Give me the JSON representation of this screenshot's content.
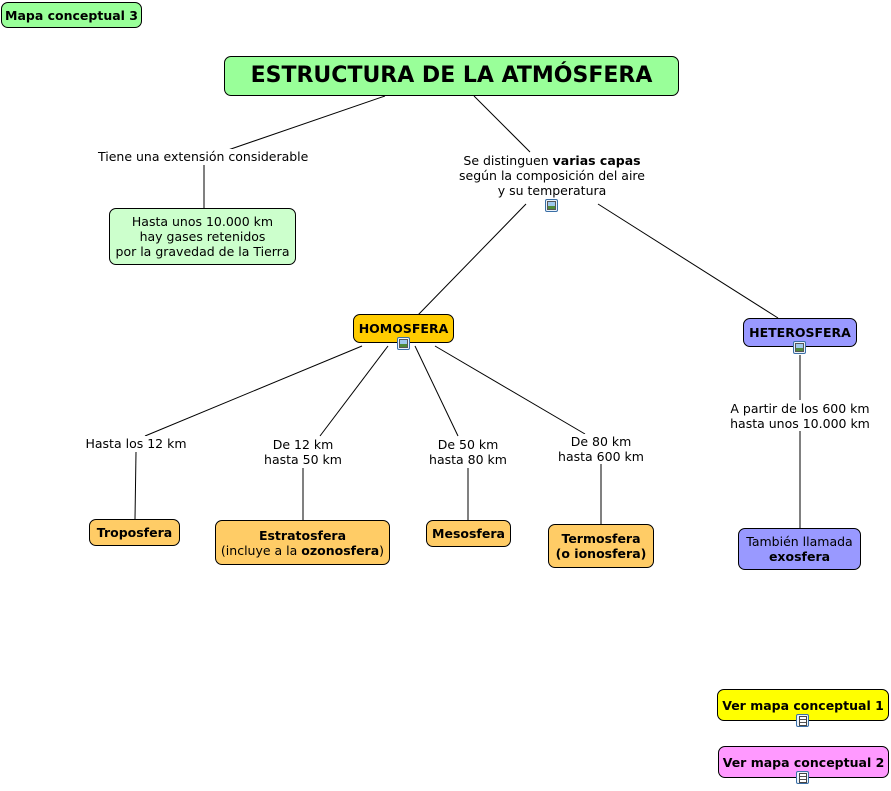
{
  "corner_tag": "Mapa conceptual 3",
  "title": "ESTRUCTURA DE LA ATMÓSFERA",
  "left_branch": {
    "link_text": "Tiene una extensión considerable",
    "node_lines": [
      "Hasta unos 10.000 km",
      "hay gases retenidos",
      "por la gravedad de la Tierra"
    ]
  },
  "right_branch": {
    "link_pre": "Se distinguen ",
    "link_bold": "varias capas",
    "link_line2": "según la composición del aire",
    "link_line3": "y su temperatura"
  },
  "homosfera": {
    "label": "HOMOSFERA",
    "layers": [
      {
        "link_lines": [
          "Hasta los 12 km"
        ],
        "node_line1": "Troposfera",
        "node_line2": ""
      },
      {
        "link_lines": [
          "De 12 km",
          "hasta 50 km"
        ],
        "node_line1": "Estratosfera",
        "node_line2_pre": "(incluye a la ",
        "node_line2_bold": "ozonosfera",
        "node_line2_post": ")"
      },
      {
        "link_lines": [
          "De 50 km",
          "hasta 80 km"
        ],
        "node_line1": "Mesosfera",
        "node_line2": ""
      },
      {
        "link_lines": [
          "De 80 km",
          "hasta 600 km"
        ],
        "node_line1": "Termosfera",
        "node_line2": "(o ionosfera)"
      }
    ]
  },
  "heterosfera": {
    "label": "HETEROSFERA",
    "link_lines": [
      "A partir de los 600 km",
      "hasta unos 10.000 km"
    ],
    "node_line1": "También llamada",
    "node_line2": "exosfera"
  },
  "links_out": [
    {
      "label": "Ver mapa conceptual 1",
      "color": "#ffff00"
    },
    {
      "label": "Ver mapa conceptual 2",
      "color": "#ff99ff"
    }
  ],
  "colors": {
    "title_fill": "#99ff99",
    "info_fill": "#ccffcc",
    "homosfera_fill": "#ffcc00",
    "layer_fill": "#ffcc66",
    "heterosfera_fill": "#9999ff",
    "tag_fill": "#99ff99"
  },
  "icons": [
    "image-icon",
    "document-icon"
  ]
}
